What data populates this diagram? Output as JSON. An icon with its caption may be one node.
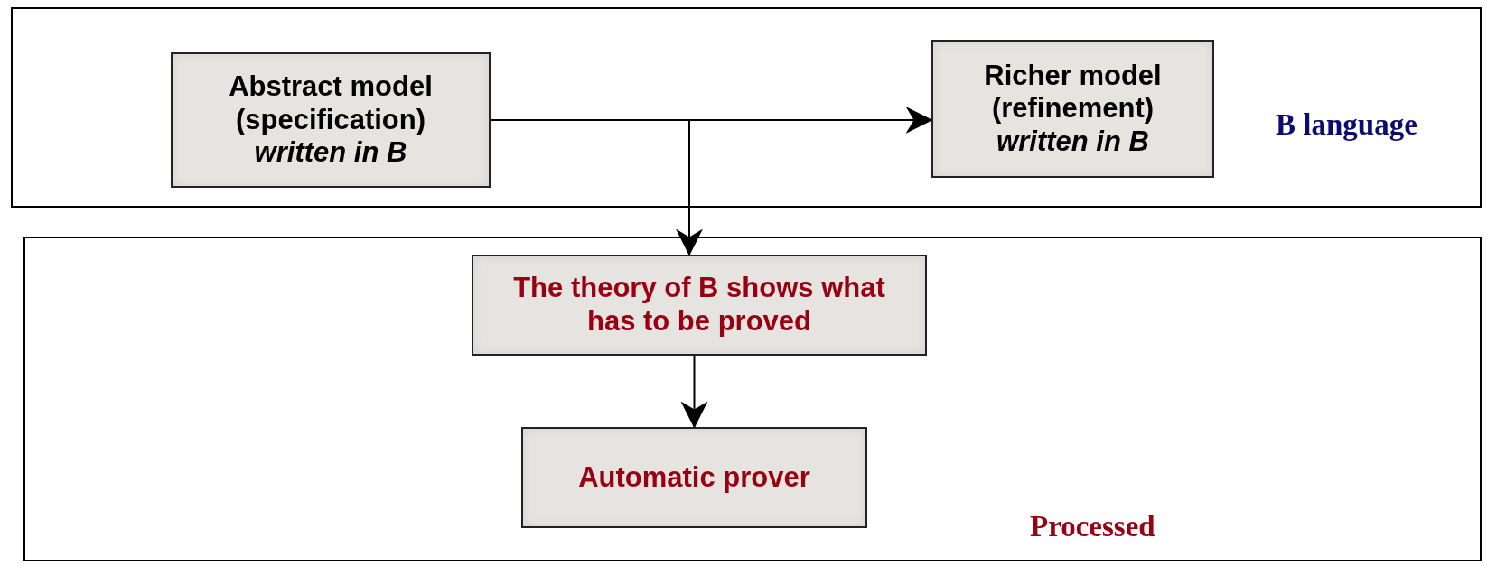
{
  "diagram": {
    "nodes": [
      {
        "text": [
          "B language"
        ]
      },
      {
        "text": [
          "Abstract model (specification)",
          "written in B"
        ],
        "in": 0
      },
      {
        "text": [
          "Richer model (refinement)",
          "written in B"
        ],
        "in": 0
      },
      {
        "text": [
          "Processed"
        ]
      },
      {
        "text": [
          "The theory of B shows what has to be proved"
        ],
        "in": 3
      },
      {
        "text": [
          "Automatic prover"
        ],
        "in": 3
      }
    ],
    "edges": [
      {
        "from": 1,
        "to": 2,
        "arrow": "to"
      },
      {
        "from": 1,
        "to": 4,
        "arrow": "to"
      },
      {
        "from": 4,
        "to": 5,
        "arrow": "to"
      }
    ]
  }
}
